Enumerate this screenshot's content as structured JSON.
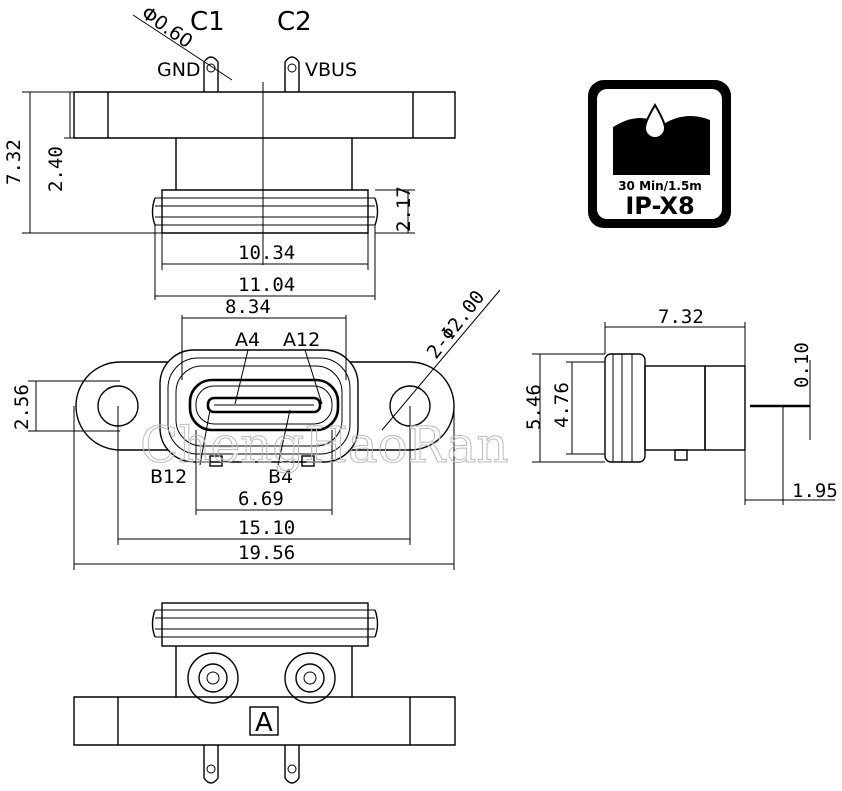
{
  "top_view": {
    "pin_label_c1": "C1",
    "pin_label_c2": "C2",
    "pin_diameter": "Φ0.60",
    "gnd_label": "GND",
    "vbus_label": "VBUS",
    "dim_total_height": "7.32",
    "dim_flange_height": "2.40",
    "dim_ring_height": "2.17",
    "dim_ring_width": "10.34",
    "dim_body_width": "11.04"
  },
  "front_view": {
    "dim_slot_width": "8.34",
    "dim_hole_diameter": "2-Φ2.00",
    "pin_a4": "A4",
    "pin_a12": "A12",
    "pin_b12": "B12",
    "pin_b4": "B4",
    "dim_flange_height": "2.56",
    "dim_inner_width": "6.69",
    "dim_hole_pitch": "15.10",
    "dim_overall_width": "19.56"
  },
  "side_view": {
    "dim_length": "7.32",
    "dim_outer_height": "5.46",
    "dim_inner_height": "4.76",
    "dim_plate_thickness": "0.10",
    "dim_tail": "1.95"
  },
  "bottom_view": {
    "marker_label": "A"
  },
  "ip_badge": {
    "line1": "30 Min/1.5m",
    "line2": "IP-X8",
    "drop_icon": "water-drop-icon"
  },
  "watermark": "ChengHaoRan"
}
